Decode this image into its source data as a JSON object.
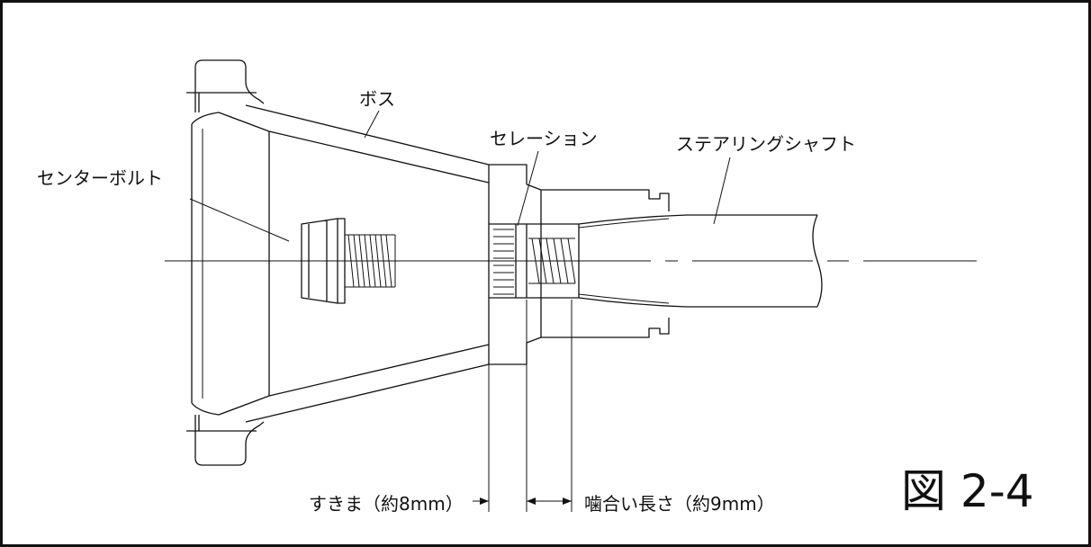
{
  "labels": {
    "boss": "ボス",
    "serration": "セレーション",
    "steering_shaft": "ステアリングシャフト",
    "center_bolt": "センターボルト",
    "clearance": "すきま（約8mm）",
    "engagement": "噛合い長さ（約9mm）"
  },
  "figure_number": "図 2-4"
}
